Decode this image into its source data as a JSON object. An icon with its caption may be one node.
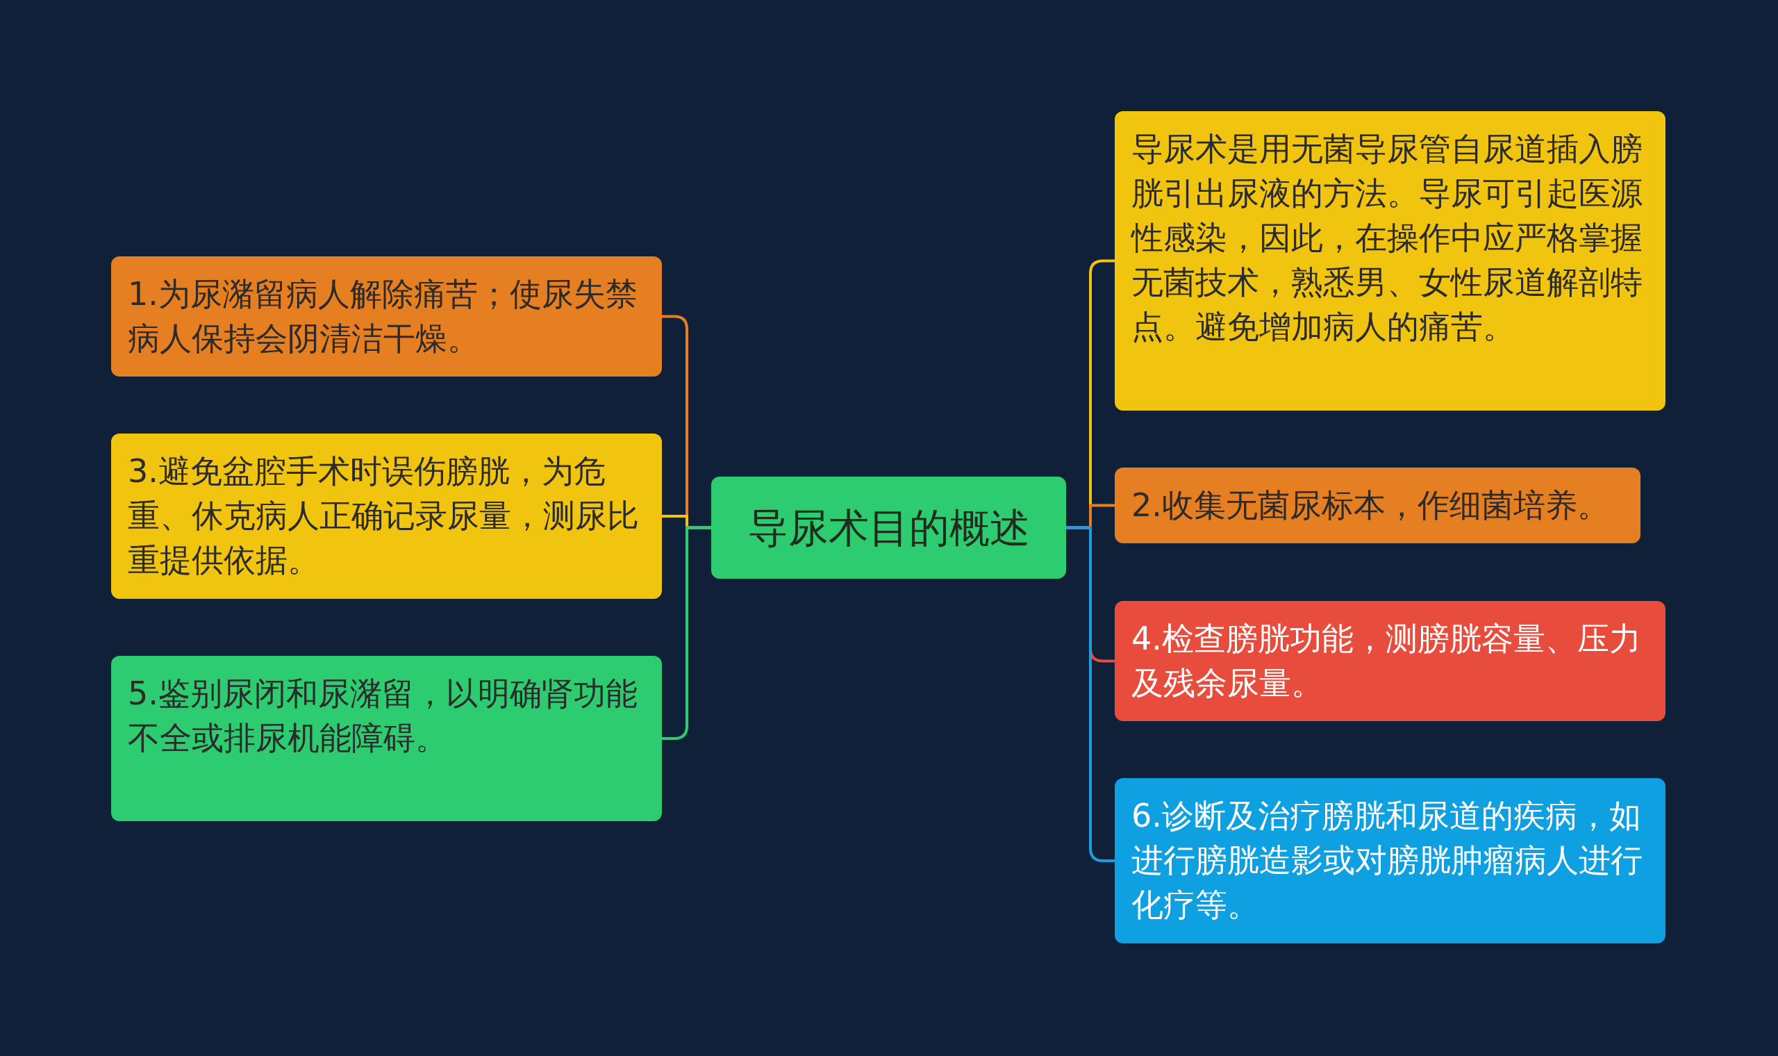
{
  "diagram": {
    "nodes": [
      {
        "text": [
          "导尿术目的概述"
        ]
      },
      {
        "text": [
          "1.为尿潴留病人解除痛苦；使尿失禁病人保持会阴清洁干燥。"
        ]
      },
      {
        "text": [
          "3.避免盆腔手术时误伤膀胱，为危重、休克病人正确记录尿量，测尿比重提供依据。"
        ]
      },
      {
        "text": [
          "5.鉴别尿闭和尿潴留，以明确肾功能不全或排尿机能障碍。"
        ]
      },
      {
        "text": [
          "导尿术是用无菌导尿管自尿道插入膀胱引出尿液的方法。导尿可引起医源性感染，因此，在操作中应严格掌握无菌技术，熟悉男、女性尿道解剖特点。避免增加病人的痛苦。"
        ]
      },
      {
        "text": [
          "2.收集无菌尿标本，作细菌培养。"
        ]
      },
      {
        "text": [
          "4.检查膀胱功能，测膀胱容量、压力及残余尿量。"
        ]
      },
      {
        "text": [
          "6.诊断及治疗膀胱和尿道的疾病，如进行膀胱造影或对膀胱肿瘤病人进行化疗等。"
        ]
      }
    ],
    "edges": [
      {
        "from": 0,
        "to": 1,
        "arrow": "none",
        "color": "#e67e22"
      },
      {
        "from": 0,
        "to": 2,
        "arrow": "none",
        "color": "#f1c40f"
      },
      {
        "from": 0,
        "to": 3,
        "arrow": "none",
        "color": "#2ecc71"
      },
      {
        "from": 0,
        "to": 4,
        "arrow": "none",
        "color": "#f1c40f"
      },
      {
        "from": 0,
        "to": 5,
        "arrow": "none",
        "color": "#e67e22"
      },
      {
        "from": 0,
        "to": 6,
        "arrow": "none",
        "color": "#e74c3c"
      },
      {
        "from": 0,
        "to": 7,
        "arrow": "none",
        "color": "#1a9ee0"
      }
    ]
  }
}
